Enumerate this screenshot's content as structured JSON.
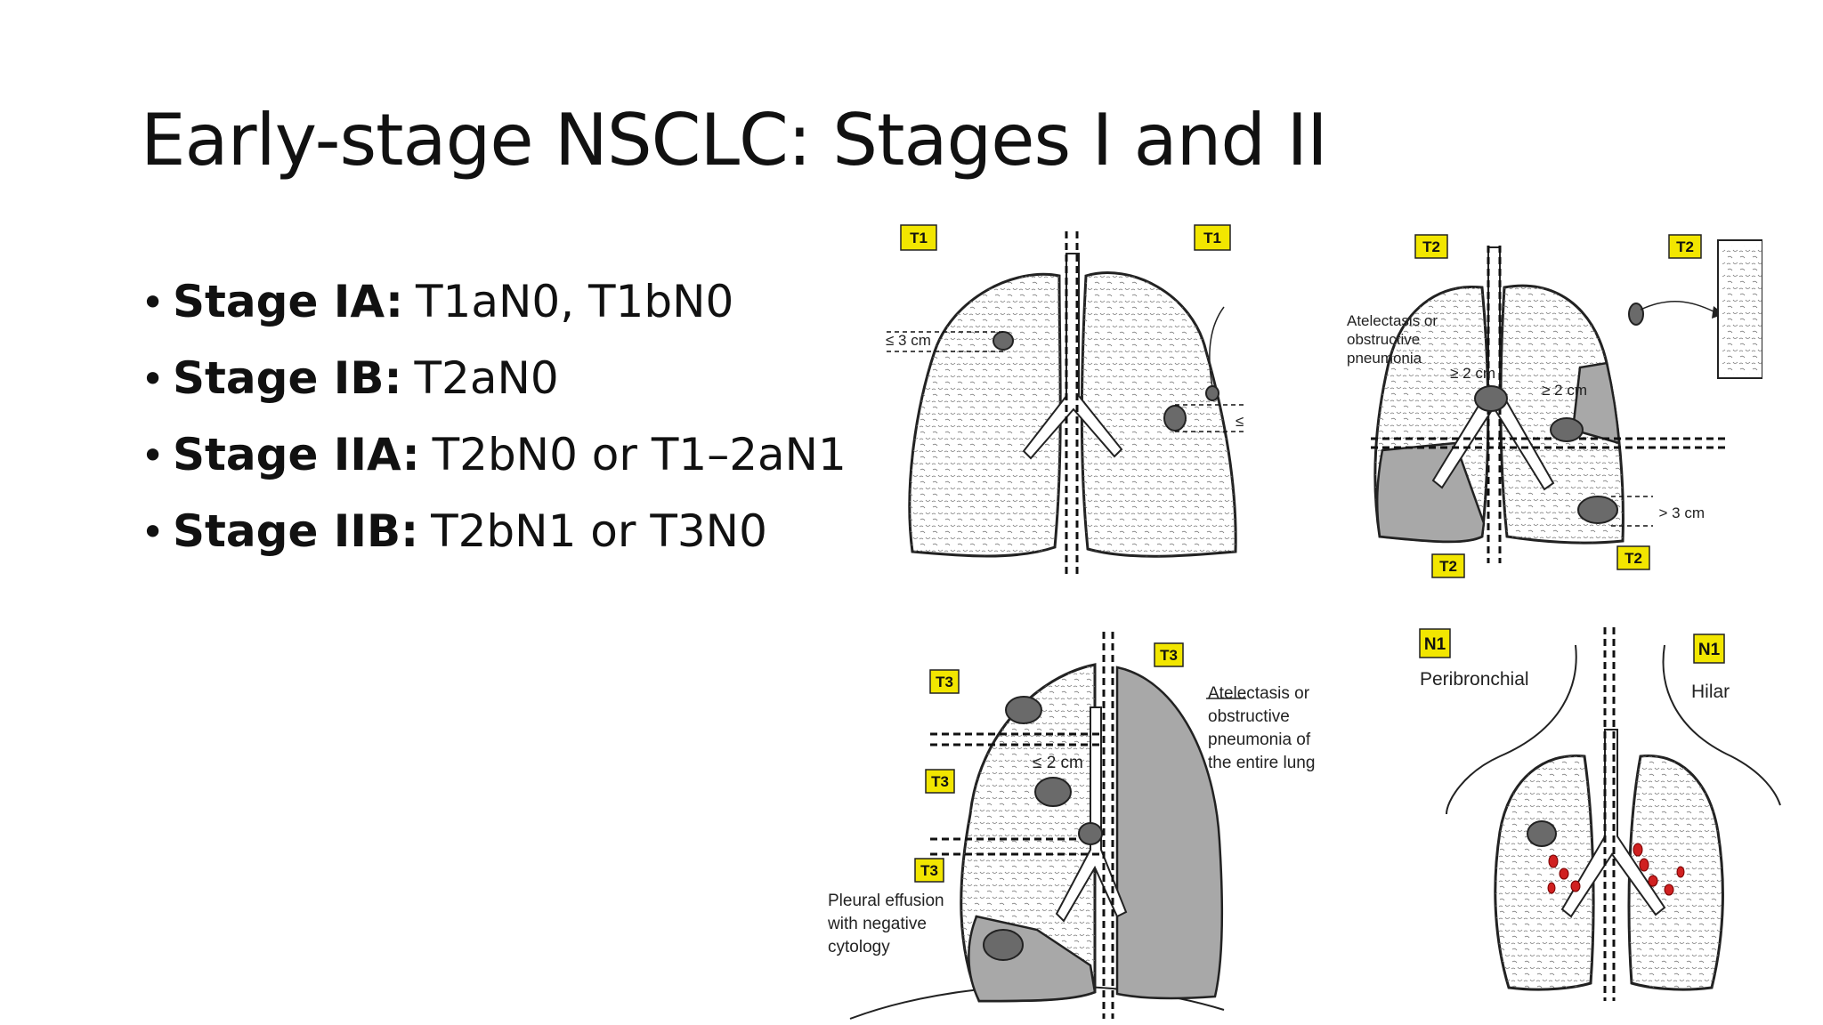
{
  "slide": {
    "title": "Early-stage NSCLC: Stages I and II",
    "bullets": [
      {
        "label": "Stage IA:",
        "text": "T1aN0, T1bN0"
      },
      {
        "label": "Stage IB:",
        "text": "T2aN0"
      },
      {
        "label": "Stage IIA:",
        "text": "T2bN0 or T1–2aN1"
      },
      {
        "label": "Stage IIB:",
        "text": "T2bN1 or T3N0"
      }
    ]
  },
  "figure_t1": {
    "tag_left": "T1",
    "tag_right": "T1",
    "size_left": "≤ 3 cm",
    "size_right": "≤"
  },
  "figure_t2": {
    "tag_top_left": "T2",
    "tag_top_right": "T2",
    "tag_bottom_left": "T2",
    "tag_bottom_right": "T2",
    "atelectasis_line1": "Atelectasis or",
    "atelectasis_line2": "obstructive",
    "atelectasis_line3": "pneumonia",
    "dist_left": "≥ 2 cm",
    "dist_right": "≥ 2 cm",
    "size": "> 3 cm"
  },
  "figure_t3": {
    "tag_1": "T3",
    "tag_2": "T3",
    "tag_3": "T3",
    "tag_4": "T3",
    "dist": "≤ 2 cm",
    "atelectasis_line1": "Atelectasis or",
    "atelectasis_line2": "obstructive",
    "atelectasis_line3": "pneumonia of",
    "atelectasis_line4": "the entire lung",
    "effusion_line1": "Pleural effusion",
    "effusion_line2": "with negative",
    "effusion_line3": "cytology"
  },
  "figure_n1": {
    "tag_left": "N1",
    "tag_right": "N1",
    "label_left": "Peribronchial",
    "label_right": "Hilar"
  },
  "colors": {
    "tag_fill": "#f2e600",
    "node": "#d02020",
    "shade": "#a8a8a8"
  }
}
